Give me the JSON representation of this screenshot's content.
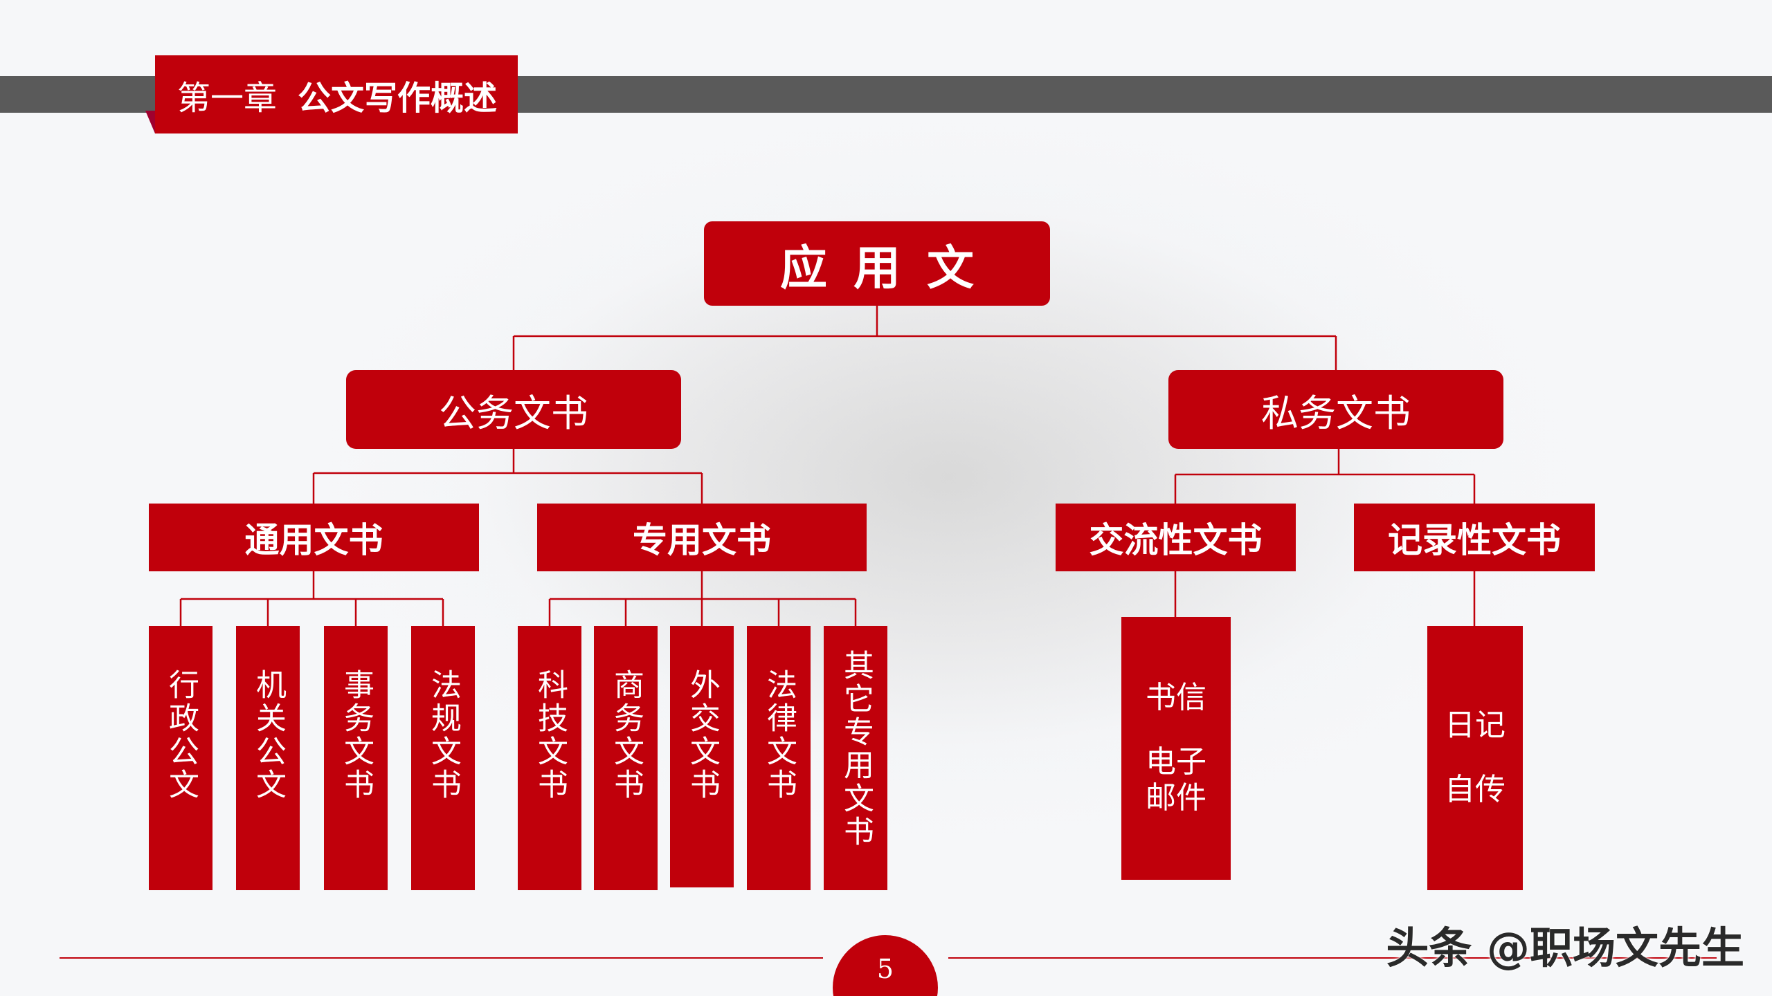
{
  "header": {
    "chapter_number": "第一章",
    "chapter_title": "公文写作概述"
  },
  "diagram": {
    "root": "应用文",
    "branches": {
      "official": {
        "label": "公务文书",
        "general": {
          "label": "通用文书",
          "items": [
            "行政公文",
            "机关公文",
            "事务文书",
            "法规文书"
          ]
        },
        "special": {
          "label": "专用文书",
          "items": [
            "科技文书",
            "商务文书",
            "外交文书",
            "法律文书",
            "其它专用文书"
          ]
        }
      },
      "private": {
        "label": "私务文书",
        "communication": {
          "label": "交流性文书",
          "items": [
            "书信",
            "电子邮件"
          ]
        },
        "record": {
          "label": "记录性文书",
          "items": [
            "日记",
            "自传"
          ]
        }
      }
    }
  },
  "footer": {
    "page_number": "5",
    "watermark": "头条 @职场文先生"
  },
  "colors": {
    "primary_red": "#c0000b",
    "header_bar": "#5a5a5a",
    "line_red": "#c0000b"
  }
}
